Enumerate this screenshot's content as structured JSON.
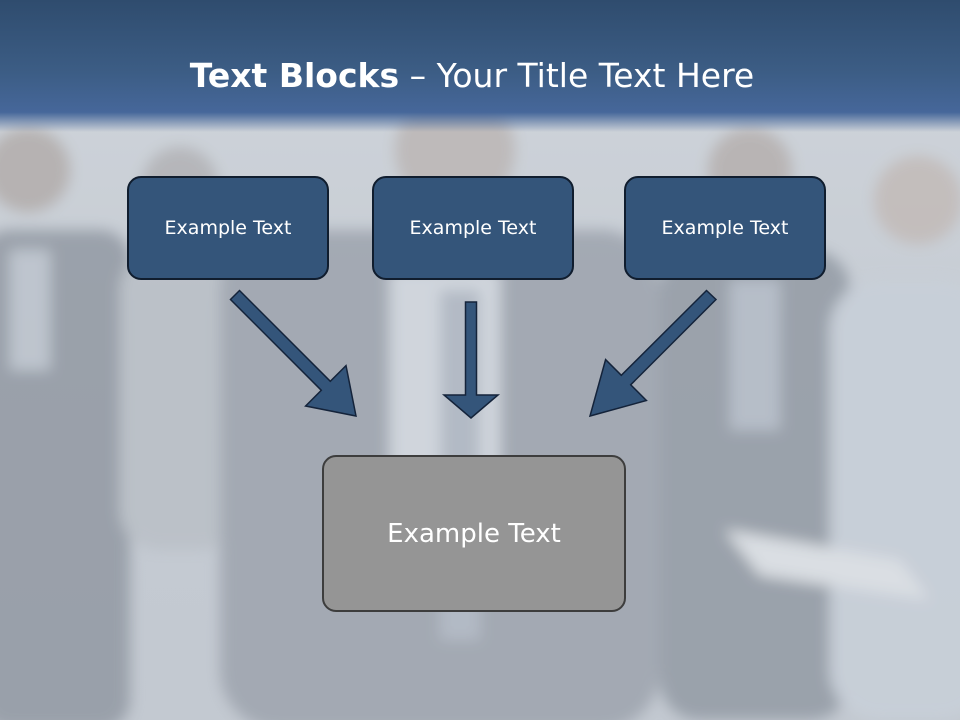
{
  "title": {
    "bold": "Text Blocks",
    "rest": " – Your Title Text Here"
  },
  "boxes": {
    "left": "Example Text",
    "center": "Example Text",
    "right": "Example Text",
    "bottom": "Example Text"
  },
  "colors": {
    "header": "#3c5d85",
    "box_fill": "#34557a",
    "box_border": "#101d2e",
    "target_fill": "#959595",
    "target_border": "#3d3d3d",
    "arrow_fill": "#34557a",
    "arrow_stroke": "#14233a"
  }
}
